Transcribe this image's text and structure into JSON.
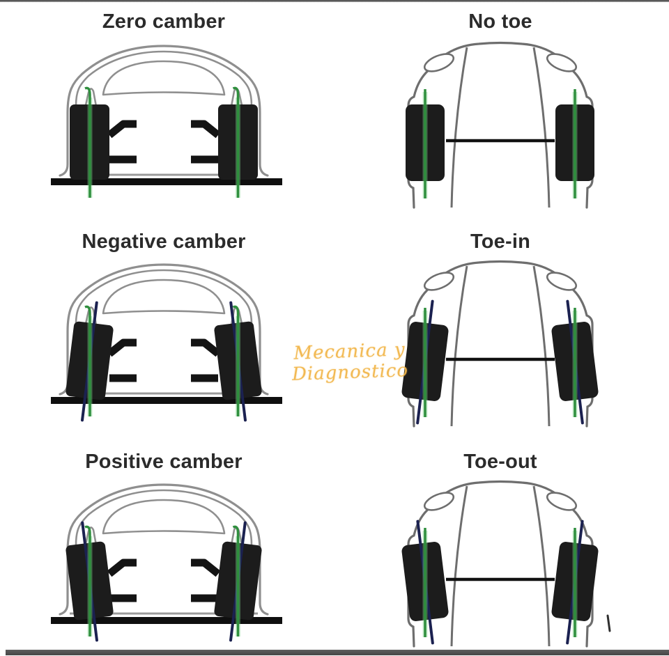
{
  "watermark": {
    "text": "Mecanica y Diagnostico",
    "color": "#f2b64a"
  },
  "panels": [
    {
      "title": "Zero camber",
      "diagram": "car-front-view",
      "row": 1,
      "column": "left",
      "wheel_tilt": "none"
    },
    {
      "title": "No toe",
      "diagram": "car-top-view",
      "row": 1,
      "column": "right",
      "wheel_tilt": "none"
    },
    {
      "title": "Negative camber",
      "diagram": "car-front-view",
      "row": 2,
      "column": "left",
      "wheel_tilt": "tops-inward"
    },
    {
      "title": "Toe-in",
      "diagram": "car-top-view",
      "row": 2,
      "column": "right",
      "wheel_tilt": "fronts-inward"
    },
    {
      "title": "Positive camber",
      "diagram": "car-front-view",
      "row": 3,
      "column": "left",
      "wheel_tilt": "tops-outward"
    },
    {
      "title": "Toe-out",
      "diagram": "car-top-view",
      "row": 3,
      "column": "right",
      "wheel_tilt": "fronts-outward"
    }
  ],
  "colors": {
    "reference_line_green": "#2f8f3e",
    "reference_line_glow": "#7ed48c",
    "wheel_axis_line_navy": "#1b2150",
    "wheel_fill": "#1c1c1c",
    "front_body_outline": "#8f8f8f",
    "top_body_outline": "#6e6e6e",
    "ground_and_arms": "#111111",
    "title_text": "#2b2b2b",
    "edge_bars": "#4f4f4f",
    "background": "#ffffff"
  }
}
